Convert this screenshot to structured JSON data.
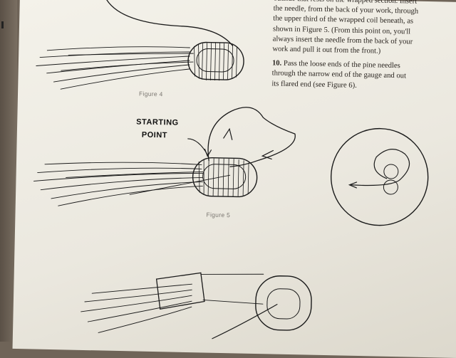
{
  "instructions": {
    "line1": "outside that rests on the wrapped section. Insert",
    "line2": "the needle, from the back of your work, through",
    "line3": "the upper third of the wrapped coil beneath, as",
    "line4": "shown in Figure 5. (From this point on, you'll",
    "line5": "always insert the needle from the back of your",
    "line6": "work and pull it out from the front.)",
    "step_number": "10.",
    "step10_line1": "Pass the loose ends of the pine needles",
    "step10_line2": "through the narrow end of the gauge and out",
    "step10_line3": "its flared end (see Figure 6)."
  },
  "figures": {
    "fig4_caption": "Figure 4",
    "fig5_caption": "Figure 5",
    "starting_label_1": "STARTING",
    "starting_label_2": "POINT"
  },
  "colors": {
    "ink": "#1a1a1a",
    "paper": "#efece4"
  }
}
